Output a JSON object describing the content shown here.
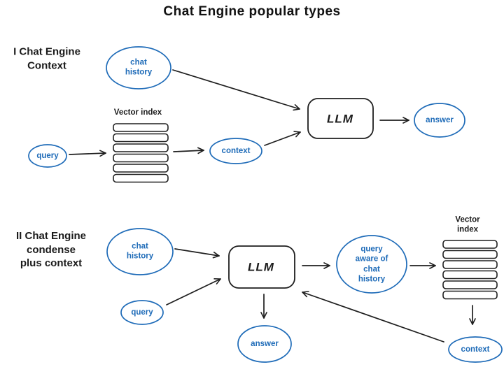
{
  "title": "Chat Engine popular types",
  "colors": {
    "ink": "#1e1e1e",
    "blue": "#1e6bb8",
    "background": "#ffffff"
  },
  "diagram1": {
    "label": "I Chat Engine\nContext",
    "nodes": {
      "chat_history": "chat\nhistory",
      "query": "query",
      "vector_index_label": "Vector index",
      "context": "context",
      "llm": "LLM",
      "answer": "answer"
    }
  },
  "diagram2": {
    "label": "II Chat Engine\ncondense\nplus context",
    "nodes": {
      "chat_history": "chat\nhistory",
      "query": "query",
      "llm": "LLM",
      "query_aware": "query\naware of\nchat\nhistory",
      "vector_index_label": "Vector index",
      "context": "context",
      "answer": "answer"
    }
  }
}
